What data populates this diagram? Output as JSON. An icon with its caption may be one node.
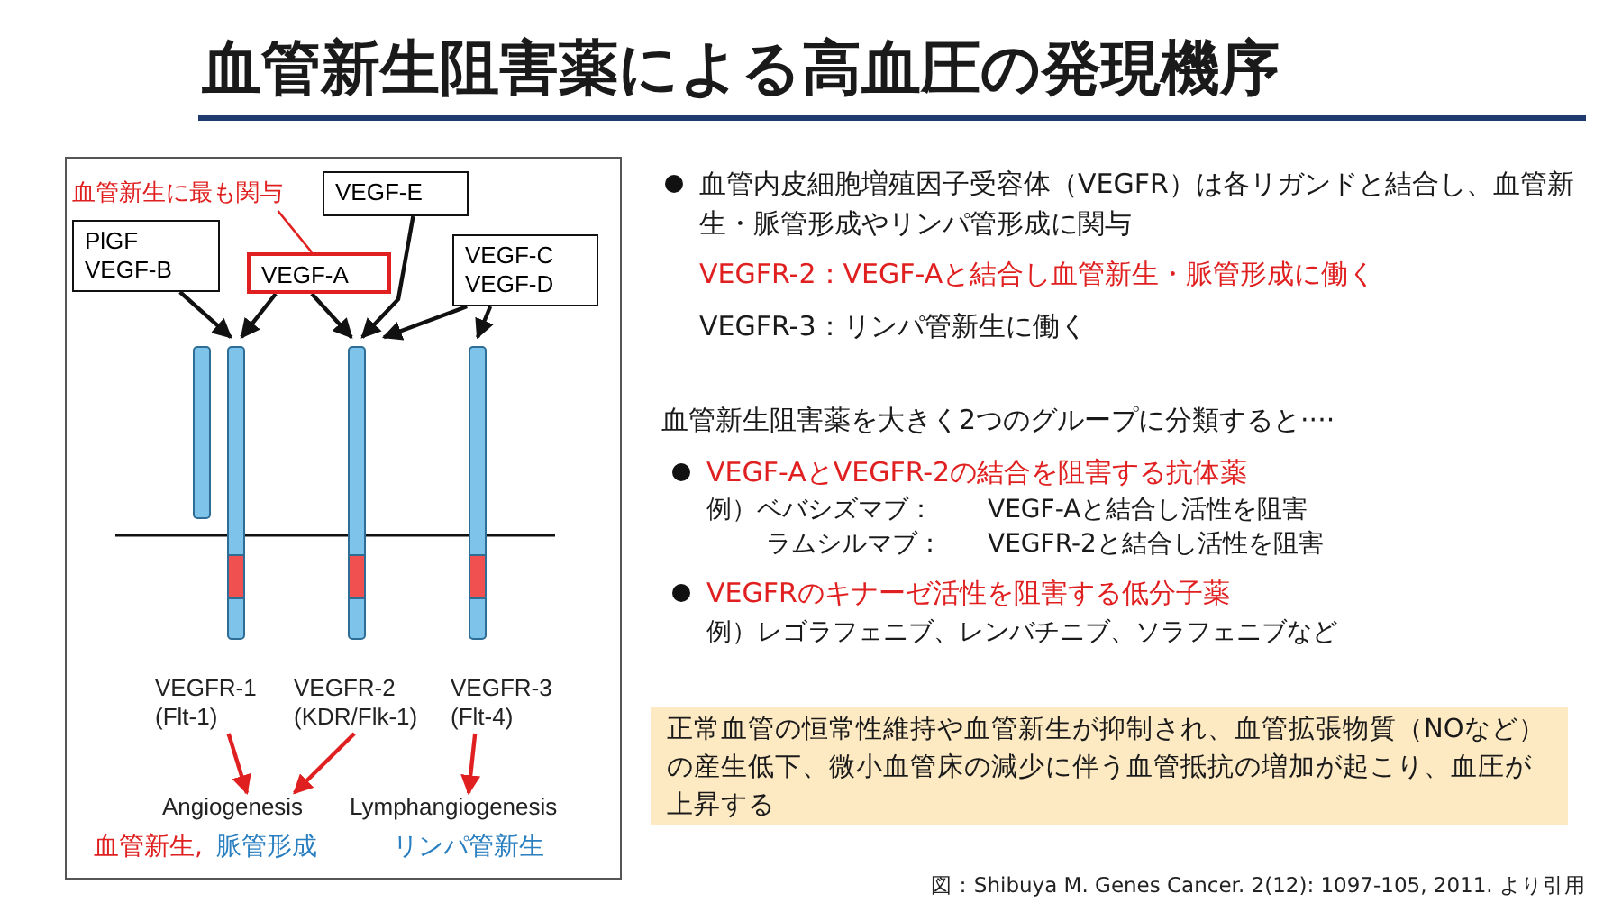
{
  "diagram": {
    "title": "血管新生阻害薬による高血圧の発現機序",
    "caption": "図：Shibuya M. Genes Cancer. 2(12): 1097-105, 2011. より引用",
    "nodes": [
      {
        "text": [
          "血管新生に最も関与"
        ]
      },
      {
        "text": [
          "VEGF-E"
        ]
      },
      {
        "text": [
          "PlGF VEGF-B"
        ]
      },
      {
        "text": [
          "VEGF-A"
        ]
      },
      {
        "text": [
          "VEGF-C VEGF-D"
        ]
      },
      {
        "text": [],
        "shape": "bar"
      },
      {
        "text": [],
        "shape": "bar"
      },
      {
        "text": [],
        "shape": "bar"
      },
      {
        "text": [],
        "shape": "bar"
      },
      {
        "text": [
          "VEGFR-1 (Flt-1)"
        ]
      },
      {
        "text": [
          "VEGFR-2 (KDR/Flk-1)"
        ]
      },
      {
        "text": [
          "VEGFR-3 (Flt-4)"
        ]
      },
      {
        "text": [
          "Angiogenesis"
        ]
      },
      {
        "text": [
          "Lymphangiogenesis"
        ]
      },
      {
        "text": [
          "正常血管の恒常性維持や血管新生が抑制され、血管拡張物質（NOなど）の産生低下、微小血管床の減少に伴う血管抵抗の増加が起こり、血圧が上昇する"
        ]
      }
    ],
    "edges": [
      {
        "from": 0,
        "to": 3,
        "arrow": "none",
        "color": "#e02020"
      },
      {
        "from": 2,
        "to": 6,
        "arrow": "to"
      },
      {
        "from": 3,
        "to": 6,
        "arrow": "to"
      },
      {
        "from": 3,
        "to": 7,
        "arrow": "to"
      },
      {
        "from": 1,
        "to": 7,
        "arrow": "to"
      },
      {
        "from": 4,
        "to": 7,
        "arrow": "to"
      },
      {
        "from": 4,
        "to": 8,
        "arrow": "to"
      },
      {
        "from": 9,
        "to": 12,
        "arrow": "to",
        "color": "#e02020"
      },
      {
        "from": 10,
        "to": 12,
        "arrow": "to",
        "color": "#e02020"
      },
      {
        "from": 11,
        "to": 13,
        "arrow": "to",
        "color": "#e02020"
      }
    ],
    "labels": [
      "血管新生,",
      "脈管形成",
      "リンパ管新生",
      "血管内皮細胞増殖因子受容体（VEGFR）は各リガンドと結合し、血管新生・脈管形成やリンパ管形成に関与",
      "VEGFR-2：VEGF-Aと結合し血管新生・脈管形成に働く",
      "VEGFR-3：リンパ管新生に働く",
      "血管新生阻害薬を大きく2つのグループに分類すると····",
      "VEGF-AとVEGFR-2の結合を阻害する抗体薬",
      "例）ベバシズマブ：",
      "VEGF-Aと結合し活性を阻害",
      "ラムシルマブ：",
      "VEGFR-2と結合し活性を阻害",
      "VEGFRのキナーゼ活性を阻害する低分子薬",
      "例）レゴラフェニブ、レンバチニブ、ソラフェニブなど"
    ]
  }
}
